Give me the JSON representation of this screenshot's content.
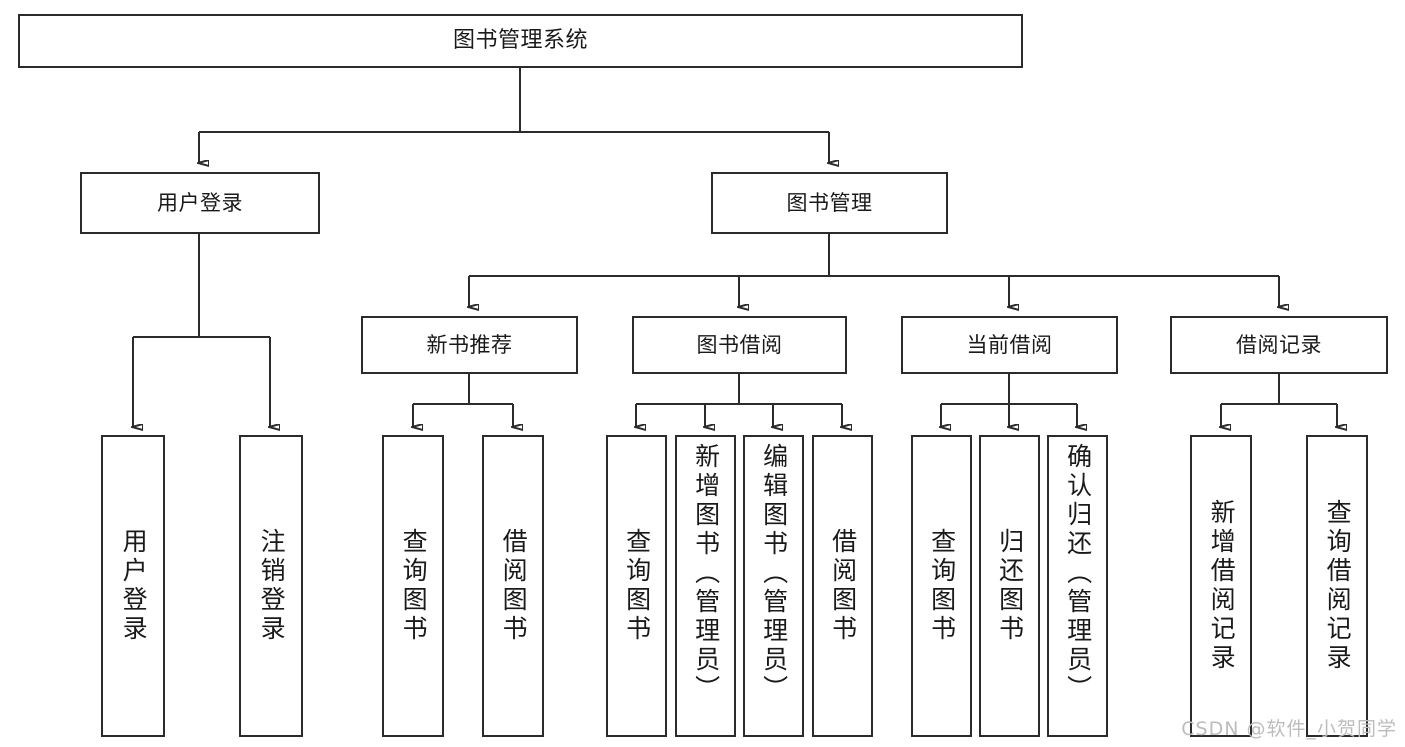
{
  "diagram": {
    "title": "图书管理系统",
    "type": "hierarchy-tree",
    "root": {
      "label": "图书管理系统"
    },
    "level1": [
      {
        "label": "用户登录"
      },
      {
        "label": "图书管理"
      }
    ],
    "level2": [
      {
        "label": "新书推荐",
        "parent": "图书管理"
      },
      {
        "label": "图书借阅",
        "parent": "图书管理"
      },
      {
        "label": "当前借阅",
        "parent": "图书管理"
      },
      {
        "label": "借阅记录",
        "parent": "图书管理"
      }
    ],
    "leaves": [
      {
        "label": "用户登录",
        "parent": "用户登录"
      },
      {
        "label": "注销登录",
        "parent": "用户登录"
      },
      {
        "label": "查询图书",
        "parent": "新书推荐"
      },
      {
        "label": "借阅图书",
        "parent": "新书推荐"
      },
      {
        "label": "查询图书",
        "parent": "图书借阅"
      },
      {
        "label": "新增图书（管理员）",
        "parent": "图书借阅"
      },
      {
        "label": "编辑图书（管理员）",
        "parent": "图书借阅"
      },
      {
        "label": "借阅图书",
        "parent": "图书借阅"
      },
      {
        "label": "查询图书",
        "parent": "当前借阅"
      },
      {
        "label": "归还图书",
        "parent": "当前借阅"
      },
      {
        "label": "确认归还（管理员）",
        "parent": "当前借阅"
      },
      {
        "label": "新增借阅记录",
        "parent": "借阅记录"
      },
      {
        "label": "查询借阅记录",
        "parent": "借阅记录"
      }
    ],
    "watermark": "CSDN @软件_小贺同学",
    "colors": {
      "border": "#2b2b2b",
      "background": "#ffffff",
      "text": "#1a1a1a",
      "watermark": "#bdbdbd"
    }
  }
}
